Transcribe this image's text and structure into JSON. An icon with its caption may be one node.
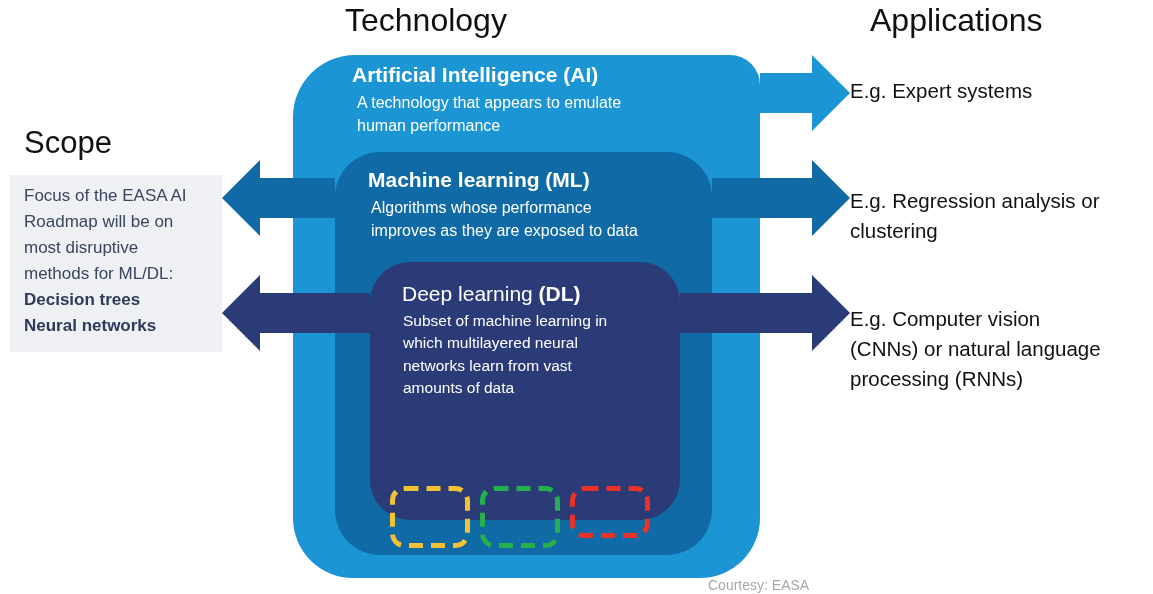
{
  "diagram": {
    "nodes": [
      {
        "text": [
          "Artificial Intelligence (AI)",
          "A technology that appears to emulate human performance"
        ]
      },
      {
        "text": [
          "Machine learning (ML)",
          "Algorithms whose performance improves as they are exposed to data"
        ],
        "in": 0
      },
      {
        "text": [
          "Deep learning **(DL)**",
          "Subset of machine learning in which multilayered neural networks learn from vast amounts of data"
        ],
        "in": 1
      },
      {
        "text": [],
        "shape": "box",
        "in": 1
      },
      {
        "text": [],
        "shape": "box",
        "in": 1
      },
      {
        "text": [],
        "shape": "box",
        "in": 1
      },
      {
        "text": [
          "Scope",
          "Focus of the EASA AI Roadmap will be on most disruptive methods for ML/DL:",
          "Decision trees",
          "Neural networks"
        ]
      },
      {
        "text": [
          "E.g. Expert systems"
        ]
      },
      {
        "text": [
          "E.g. Regression analysis or clustering"
        ]
      },
      {
        "text": [
          "E.g. Computer vision (CNNs) or natural language processing (RNNs)"
        ]
      }
    ],
    "edges": [
      {
        "from": 0,
        "to": 7,
        "arrow": "to",
        "color": "#1b95d4"
      },
      {
        "from": 1,
        "to": 6,
        "arrow": "to",
        "color": "#0f6aa6"
      },
      {
        "from": 1,
        "to": 8,
        "arrow": "to",
        "color": "#0f6aa6"
      },
      {
        "from": 2,
        "to": 6,
        "arrow": "to",
        "color": "#2b3b78"
      },
      {
        "from": 2,
        "to": 9,
        "arrow": "to",
        "color": "#2b3b78"
      }
    ],
    "labels": [
      "Technology",
      "Applications",
      "Courtesy: EASA"
    ]
  }
}
